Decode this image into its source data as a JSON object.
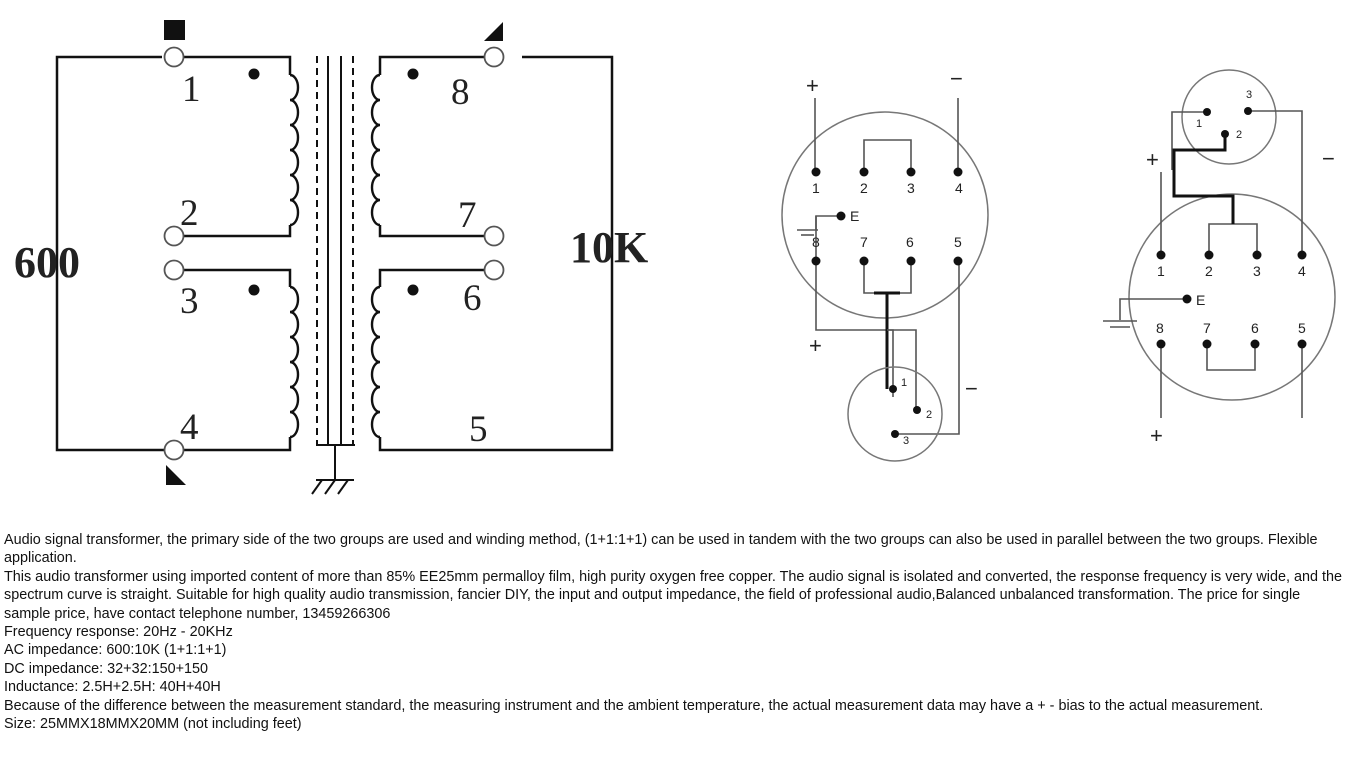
{
  "transformer": {
    "primary_impedance": "600",
    "secondary_impedance": "10K",
    "pins": [
      "1",
      "2",
      "3",
      "4",
      "5",
      "6",
      "7",
      "8"
    ]
  },
  "socket_diagrams": {
    "pin_labels": [
      "1",
      "2",
      "3",
      "4",
      "5",
      "6",
      "7",
      "8"
    ],
    "earth_label": "E",
    "plus": "+",
    "minus": "−",
    "xlr_pins": [
      "1",
      "2",
      "3"
    ]
  },
  "description": {
    "lines": [
      "Audio signal transformer, the primary side of the two groups are used and winding method, (1+1:1+1) can be used in tandem with the two groups can also be used in parallel between the two groups. Flexible application.",
      "This audio transformer using imported content of more than 85% EE25mm permalloy film, high purity oxygen free copper. The audio signal is isolated and converted, the response frequency is very wide, and the spectrum curve is straight. Suitable for high quality audio transmission, fancier DIY, the input and output impedance, the field of professional audio,Balanced unbalanced transformation. The price for single sample price, have contact telephone number, 13459266306",
      "Frequency response: 20Hz - 20KHz",
      "AC impedance: 600:10K (1+1:1+1)",
      "DC impedance: 32+32:150+150",
      "Inductance: 2.5H+2.5H: 40H+40H",
      "Because of the difference between the measurement standard, the measuring instrument and the ambient temperature, the actual measurement data may have a + - bias to the actual measurement.",
      "Size: 25MMX18MMX20MM (not including feet)"
    ]
  }
}
